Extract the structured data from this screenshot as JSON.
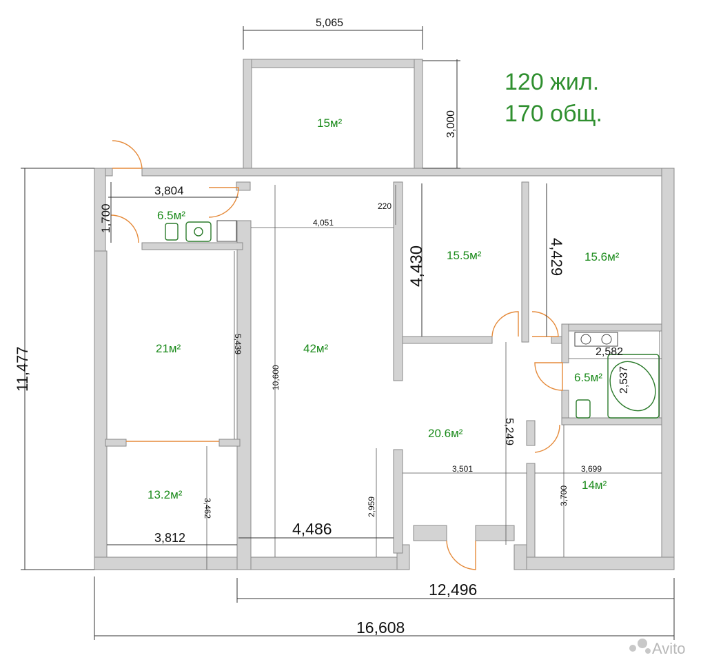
{
  "header": {
    "living_area": "120 жил.",
    "total_area": "170 общ."
  },
  "rooms": [
    {
      "id": "balcony",
      "area": "15м²"
    },
    {
      "id": "bath-left",
      "area": "6.5м²"
    },
    {
      "id": "room-21",
      "area": "21м²"
    },
    {
      "id": "living",
      "area": "42м²"
    },
    {
      "id": "room-155",
      "area": "15.5м²"
    },
    {
      "id": "room-156",
      "area": "15.6м²"
    },
    {
      "id": "bath-right",
      "area": "6.5м²"
    },
    {
      "id": "hall",
      "area": "20.6м²"
    },
    {
      "id": "room-132",
      "area": "13.2м²"
    },
    {
      "id": "room-14",
      "area": "14м²"
    }
  ],
  "dimensions": {
    "d_5065": "5,065",
    "d_3000": "3,000",
    "d_3804": "3,804",
    "d_1700": "1,700",
    "d_220": "220",
    "d_4051": "4,051",
    "d_4430": "4,430",
    "d_4429": "4,429",
    "d_5439": "5,439",
    "d_10600": "10,600",
    "d_2582": "2,582",
    "d_2537": "2,537",
    "d_5249": "5,249",
    "d_3501": "3,501",
    "d_3699": "3,699",
    "d_3700": "3,700",
    "d_2959": "2,959",
    "d_3462": "3,462",
    "d_3812": "3,812",
    "d_4486": "4,486",
    "d_12496": "12,496",
    "d_16608": "16,608",
    "d_11477": "11,477"
  },
  "watermark": {
    "brand": "Avito"
  },
  "colors": {
    "area_text": "#1a8a1a",
    "header_text": "#2f8f2f",
    "door": "#e58a3a",
    "wall": "#d3d3d3"
  }
}
